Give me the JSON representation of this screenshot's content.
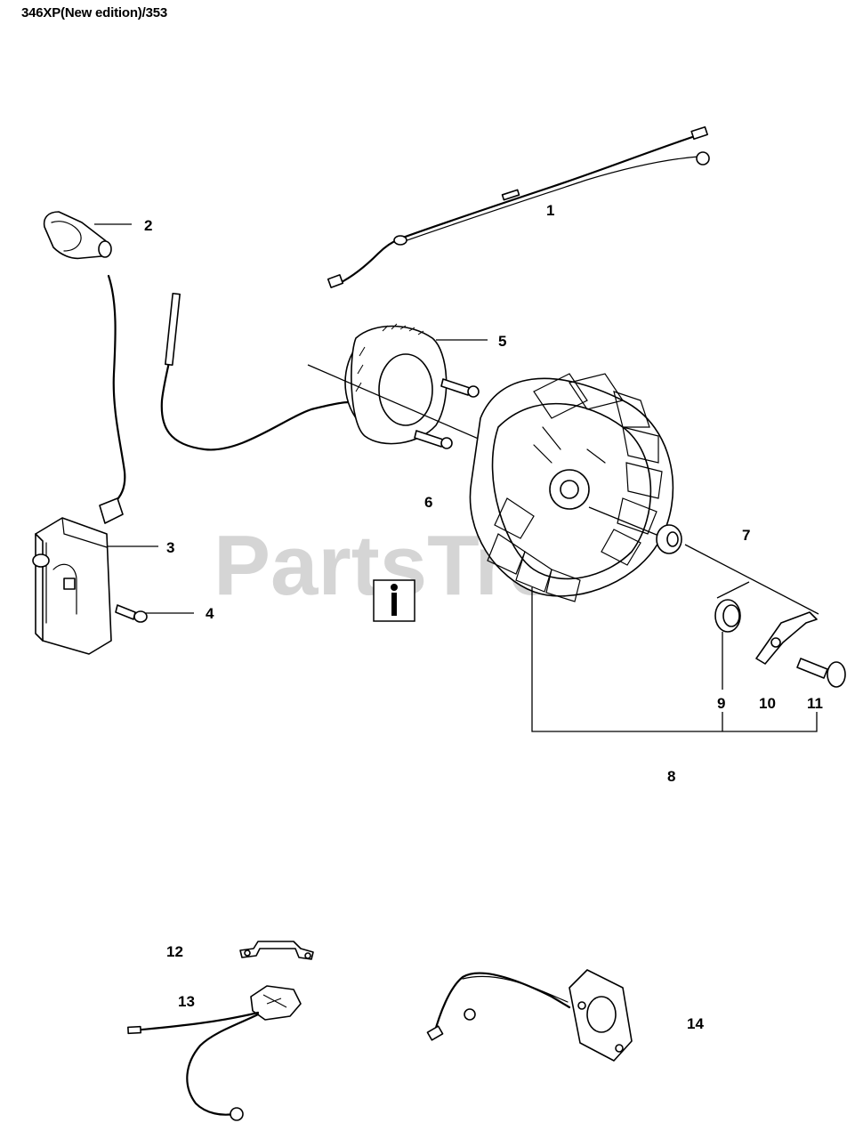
{
  "header": {
    "title": "346XP(New edition)/353"
  },
  "watermark": {
    "text": "PartsTree"
  },
  "callouts": {
    "c1": "1",
    "c2": "2",
    "c3": "3",
    "c4": "4",
    "c5": "5",
    "c6": "6",
    "c7": "7",
    "c8": "8",
    "c9": "9",
    "c10": "10",
    "c11": "11",
    "c12": "12",
    "c13": "13",
    "c14": "14"
  },
  "icons": {
    "info": "tool-info-icon"
  }
}
